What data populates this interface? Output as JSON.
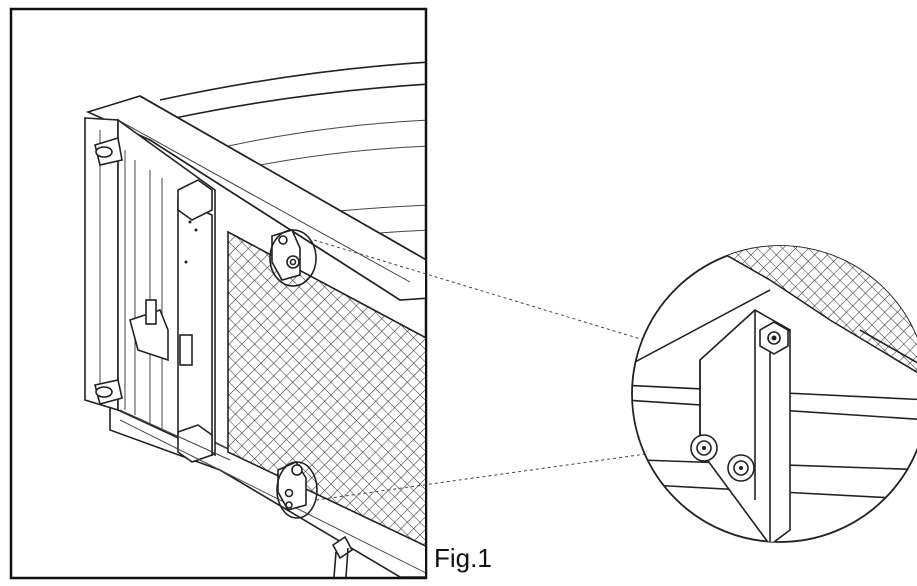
{
  "figure": {
    "caption": "Fig.1"
  },
  "callout": {
    "shape": "circle",
    "detail": "bracket-with-bolts"
  },
  "colors": {
    "line": "#222222",
    "background": "#ffffff"
  }
}
